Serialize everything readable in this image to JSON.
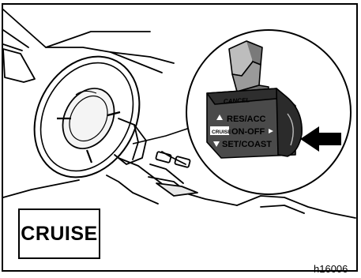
{
  "switch": {
    "cancel": "CANCEL",
    "res_acc": "RES/ACC",
    "cruise_badge": "CRUISE",
    "on_off": "ON-OFF",
    "set_coast": "SET/COAST"
  },
  "indicator_label": "CRUISE",
  "figure_code": "h16006"
}
